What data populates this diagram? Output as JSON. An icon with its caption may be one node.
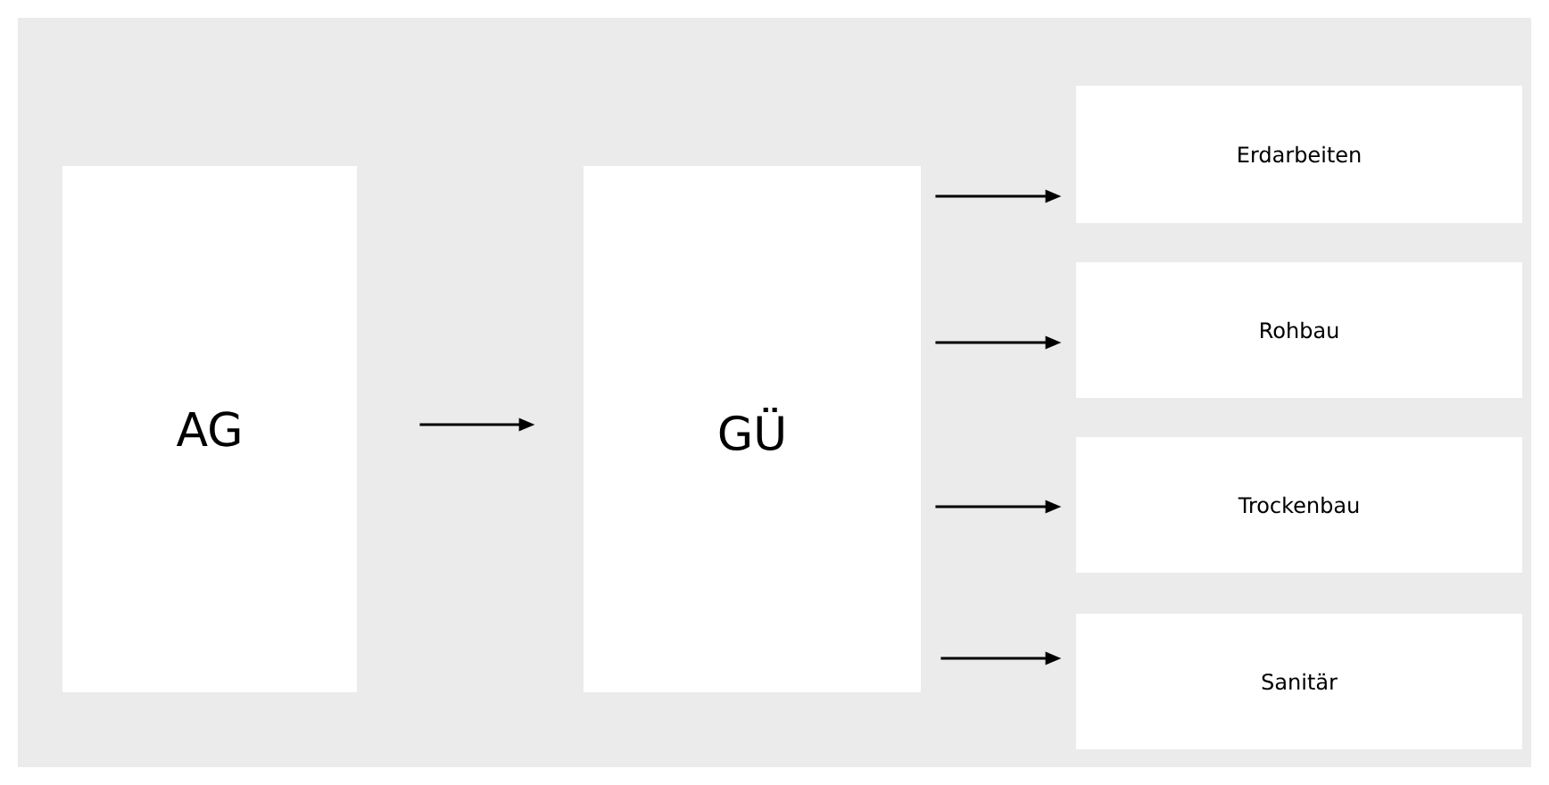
{
  "diagram": {
    "nodes": [
      {
        "text": [
          "AG"
        ]
      },
      {
        "text": [
          "GÜ"
        ]
      },
      {
        "text": [
          "Erdarbeiten"
        ]
      },
      {
        "text": [
          "Rohbau"
        ]
      },
      {
        "text": [
          "Trockenbau"
        ]
      },
      {
        "text": [
          "Sanitär"
        ]
      }
    ],
    "edges": [
      {
        "from": 0,
        "to": 1,
        "arrow": "to"
      },
      {
        "from": 1,
        "to": 2,
        "arrow": "to"
      },
      {
        "from": 1,
        "to": 3,
        "arrow": "to"
      },
      {
        "from": 1,
        "to": 4,
        "arrow": "to"
      },
      {
        "from": 1,
        "to": 5,
        "arrow": "to"
      }
    ]
  }
}
